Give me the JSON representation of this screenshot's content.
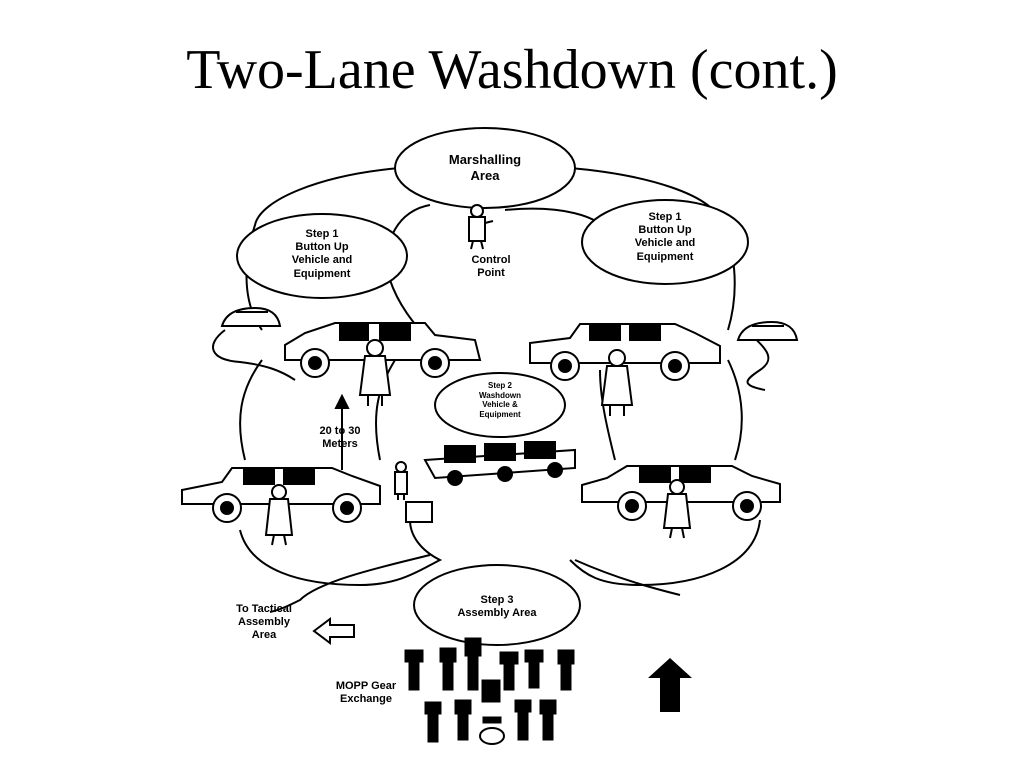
{
  "slide": {
    "title": "Two-Lane Washdown (cont.)"
  },
  "diagram": {
    "marshalling_area": "Marshalling\nArea",
    "step1_left": "Step 1\nButton Up\nVehicle and\nEquipment",
    "step1_right": "Step 1\nButton Up\nVehicle and\nEquipment",
    "control_point": "Control\nPoint",
    "step2": "Step 2\nWashdown\nVehicle &\nEquipment",
    "distance": "20 to 30\nMeters",
    "step3": "Step 3\nAssembly Area",
    "to_tactical": "To Tactical\nAssembly\nArea",
    "mopp_exchange": "MOPP Gear\nExchange"
  },
  "colors": {
    "ink": "#000000",
    "paper": "#ffffff"
  }
}
